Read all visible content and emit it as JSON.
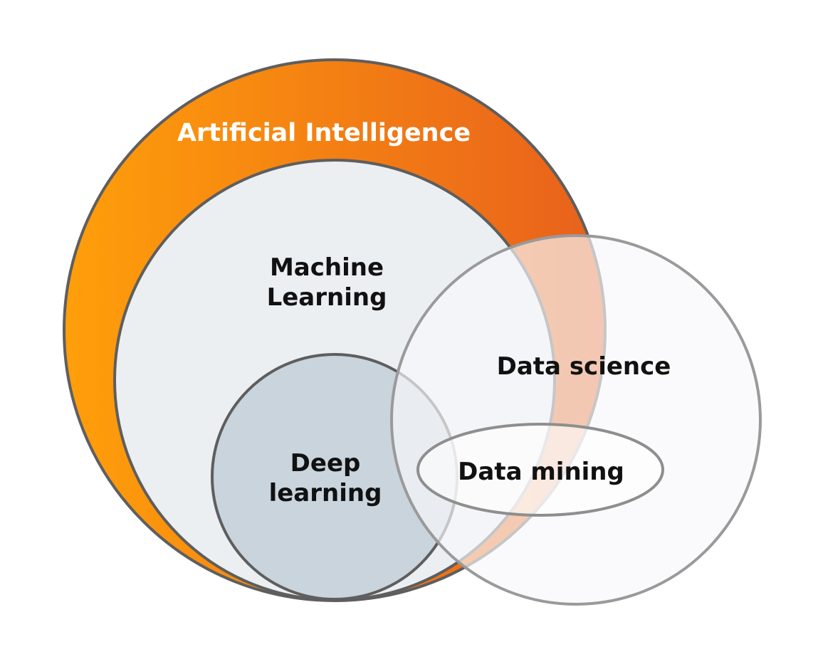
{
  "diagram": {
    "title_ai": "Artificial Intelligence",
    "ml_line1": "Machine",
    "ml_line2": "Learning",
    "dl_line1": "Deep",
    "dl_line2": "learning",
    "data_science": "Data science",
    "data_mining": "Data mining"
  },
  "colors": {
    "ai_gradient_start": "#FF9F0A",
    "ai_gradient_end": "#E8601C",
    "ml_fill": "#ECEFF2",
    "dl_fill": "#C9D4DD",
    "stroke_dark": "#5E5E5E",
    "stroke_light": "#9A9A9A"
  }
}
